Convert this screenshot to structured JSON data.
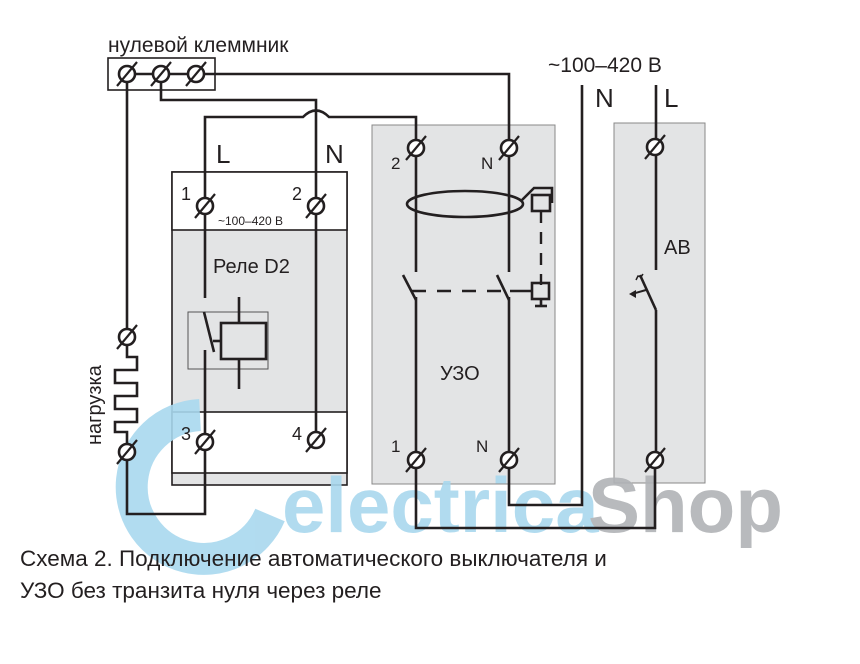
{
  "title": "Схема 2. Подключение автоматического выключателя и УЗО без транзита нуля через реле",
  "caption": {
    "line1": "Схема 2. Подключение автоматического выключателя и",
    "line2": "УЗО без транзита нуля через реле"
  },
  "neutral_block": {
    "label": "нулевой клеммник"
  },
  "supply": {
    "voltage": "~100–420 В",
    "n_label": "N",
    "l_label": "L"
  },
  "relay": {
    "name": "Реле D2",
    "voltage": "~100–420 В",
    "input_l": "L",
    "input_n": "N",
    "terminals": [
      "1",
      "2",
      "3",
      "4"
    ]
  },
  "rcd": {
    "name": "УЗО",
    "terminals": [
      "2",
      "N",
      "1",
      "N"
    ]
  },
  "breaker": {
    "name": "АВ"
  },
  "load": {
    "label": "нагрузка"
  },
  "watermark": {
    "text": "electricaShop",
    "part1": "electrica",
    "part2": "Shop",
    "color1": "#a9d8ee",
    "color2": "#b1b3b6"
  }
}
